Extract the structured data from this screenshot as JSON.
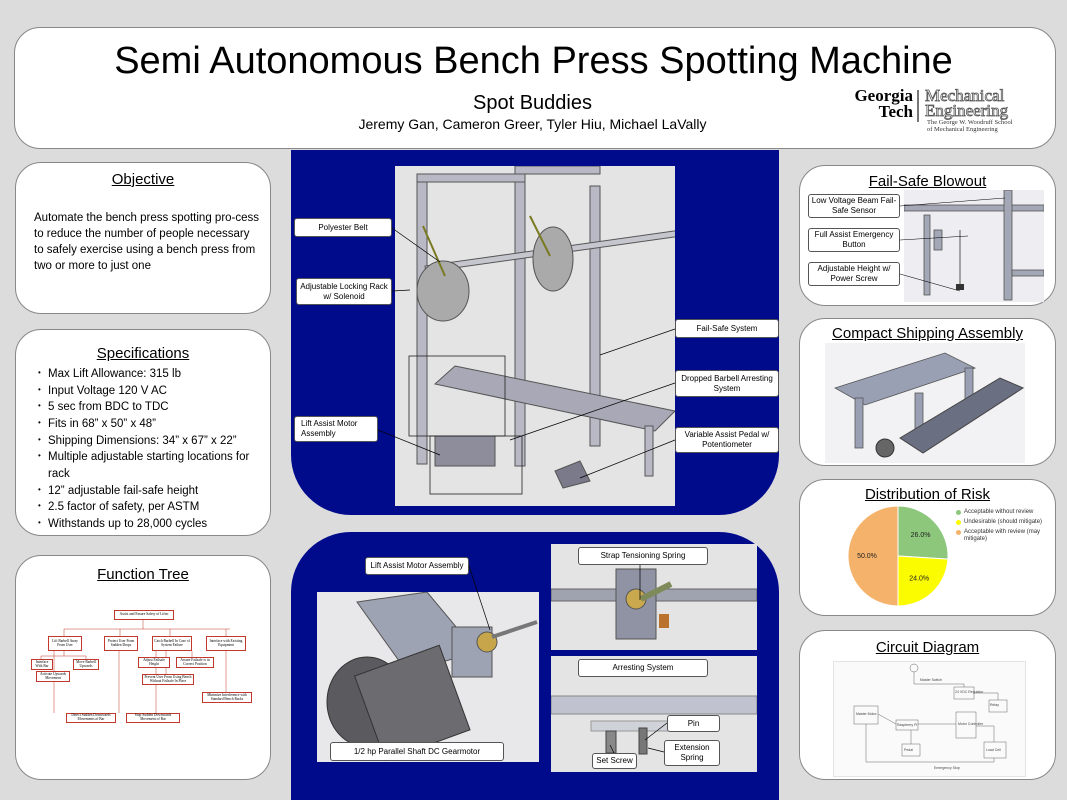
{
  "header": {
    "title": "Semi Autonomous Bench Press Spotting Machine",
    "subtitle": "Spot Buddies",
    "authors": "Jeremy Gan, Cameron Greer, Tyler Hiu, Michael LaVally",
    "logo": {
      "school_line1": "Georgia",
      "school_line2": "Tech",
      "dept_line1": "Mechanical",
      "dept_line2": "Engineering",
      "dept_sub1": "The George W. Woodruff School",
      "dept_sub2": "of Mechanical Engineering"
    }
  },
  "objective": {
    "title": "Objective",
    "text": "Automate the bench press spotting pro-cess to reduce the number of people necessary to safely exercise using a bench press from two or more to just one"
  },
  "specifications": {
    "title": "Specifications",
    "items": [
      "Max Lift Allowance: 315 lb",
      "Input Voltage 120 V AC",
      "5 sec from BDC to TDC",
      "Fits in 68” x 50” x 48”",
      "Shipping Dimensions: 34” x 67” x 22”",
      "Multiple adjustable starting locations for rack",
      "12” adjustable fail-safe height",
      "2.5 factor of safety, per ASTM",
      "Withstands up to 28,000 cycles"
    ]
  },
  "function_tree": {
    "title": "Function Tree",
    "nodes": {
      "root": "Assist and Ensure Safety of Lifter",
      "n1": "Lift Barbell Away From User",
      "n2": "Protect User From Sudden Drops",
      "n3": "Catch Barbell In Case of System Failure",
      "n4": "Interface with Existing Equipment",
      "n5": "Interface With Bar",
      "n6": "Move Barbell Upwards",
      "n7": "Adjust Failsafe Height",
      "n8": "Assure Failsafe is in Correct Position",
      "n9": "Activate Upwards Movement",
      "n10": "Prevent User From Using Bench Without Failsafe In Place",
      "n11": "Minimize Interference with Standard Bench Racks",
      "n12": "Detect Sudden Downwards Movements of Bar",
      "n13": "Stop Sudden Downwards Movement of Bar"
    }
  },
  "main_assembly": {
    "callouts": {
      "polyester_belt": "Polyester Belt",
      "locking_rack": "Adjustable Locking Rack w/ Solenoid",
      "lift_assist": "Lift Assist Motor Assembly",
      "fail_safe": "Fail-Safe System",
      "dropped_barbell": "Dropped Barbell Arresting System",
      "assist_pedal": "Variable Assist Pedal w/ Potentiometer"
    }
  },
  "detail_assembly": {
    "callouts": {
      "motor_assembly": "Lift Assist Motor Assembly",
      "gearmotor": "1/2 hp Parallel Shaft DC Gearmotor",
      "strap_spring": "Strap Tensioning Spring",
      "arresting": "Arresting System",
      "pin": "Pin",
      "extension_spring": "Extension Spring",
      "set_screw": "Set Screw"
    }
  },
  "fail_safe_blowout": {
    "title": "Fail-Safe Blowout",
    "callouts": {
      "beam": "Low Voltage Beam Fail-Safe Sensor",
      "button": "Full Assist Emergency Button",
      "height": "Adjustable Height w/ Power Screw"
    }
  },
  "compact_shipping": {
    "title": "Compact Shipping Assembly"
  },
  "distribution_of_risk": {
    "title": "Distribution of Risk",
    "chart_data": {
      "type": "pie",
      "title": "",
      "slices": [
        {
          "label": "Acceptable without review",
          "value": 26.0,
          "display": "26.0%",
          "color": "#8cc77c"
        },
        {
          "label": "Undesirable (should mitigate)",
          "value": 24.0,
          "display": "24.0%",
          "color": "#fcfc00"
        },
        {
          "label": "Acceptable with review (may mitigate)",
          "value": 50.0,
          "display": "50.0%",
          "color": "#f5b26b"
        }
      ],
      "legend_placement": "right"
    }
  },
  "circuit_diagram": {
    "title": "Circuit Diagram",
    "labels": [
      "Master Switch",
      "24 VDC Regulator",
      "Relay",
      "Master Motor",
      "Raspberry Pi",
      "Motor Controller",
      "Pedal",
      "Load Cell",
      "Emergency Stop"
    ]
  }
}
